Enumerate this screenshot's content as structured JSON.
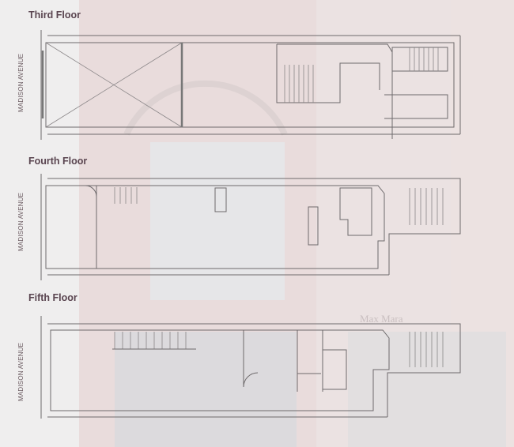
{
  "floors": [
    {
      "title": "Third Floor",
      "street_label": "MADISON AVENUE"
    },
    {
      "title": "Fourth Floor",
      "street_label": "MADISON AVENUE"
    },
    {
      "title": "Fifth Floor",
      "street_label": "MADISON AVENUE"
    }
  ],
  "background": {
    "storefront_sign": "Max Mara"
  },
  "colors": {
    "title": "#5a4550",
    "walls": "#6e6a6c",
    "background": "#eeecec",
    "brick": "#e6d6d6"
  }
}
